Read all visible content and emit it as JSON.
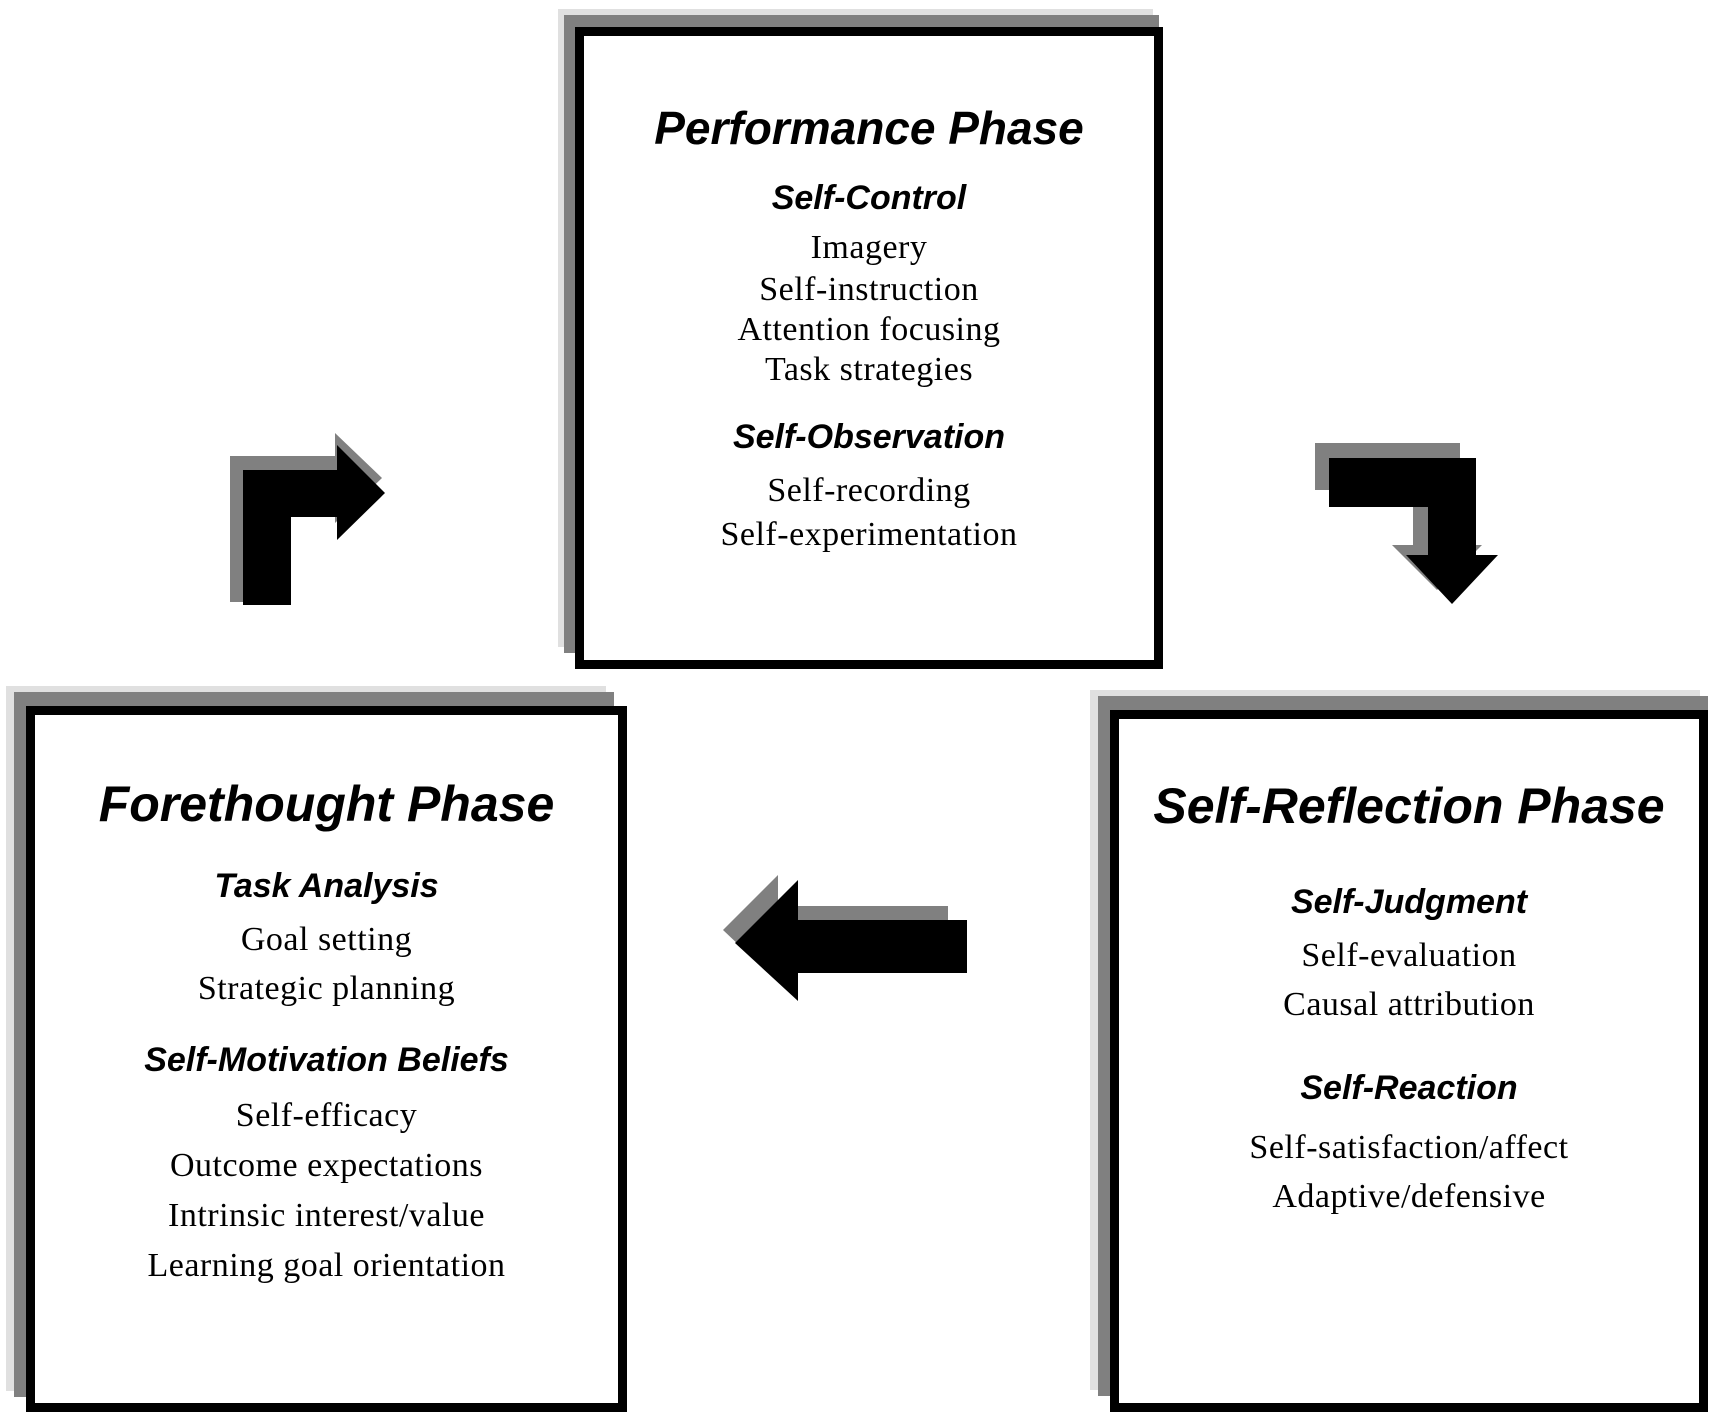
{
  "colors": {
    "border": "#000000",
    "shadow_dark": "#808080",
    "shadow_light": "#e0e0e0",
    "background": "#ffffff"
  },
  "performance": {
    "title": "Performance Phase",
    "sections": [
      {
        "title": "Self-Control",
        "items": [
          "Imagery",
          "Self-instruction",
          "Attention focusing",
          "Task strategies"
        ]
      },
      {
        "title": "Self-Observation",
        "items": [
          "Self-recording",
          "Self-experimentation"
        ]
      }
    ]
  },
  "forethought": {
    "title": "Forethought Phase",
    "sections": [
      {
        "title": "Task Analysis",
        "items": [
          "Goal setting",
          "Strategic planning"
        ]
      },
      {
        "title": "Self-Motivation Beliefs",
        "items": [
          "Self-efficacy",
          "Outcome expectations",
          "Intrinsic interest/value",
          "Learning goal orientation"
        ]
      }
    ]
  },
  "reflection": {
    "title": "Self-Reflection Phase",
    "sections": [
      {
        "title": "Self-Judgment",
        "items": [
          "Self-evaluation",
          "Causal attribution"
        ]
      },
      {
        "title": "Self-Reaction",
        "items": [
          "Self-satisfaction/affect",
          "Adaptive/defensive"
        ]
      }
    ]
  },
  "arrows": [
    {
      "name": "forethought-to-performance",
      "direction": "up-then-right"
    },
    {
      "name": "performance-to-reflection",
      "direction": "right-then-down"
    },
    {
      "name": "reflection-to-forethought",
      "direction": "left"
    }
  ]
}
